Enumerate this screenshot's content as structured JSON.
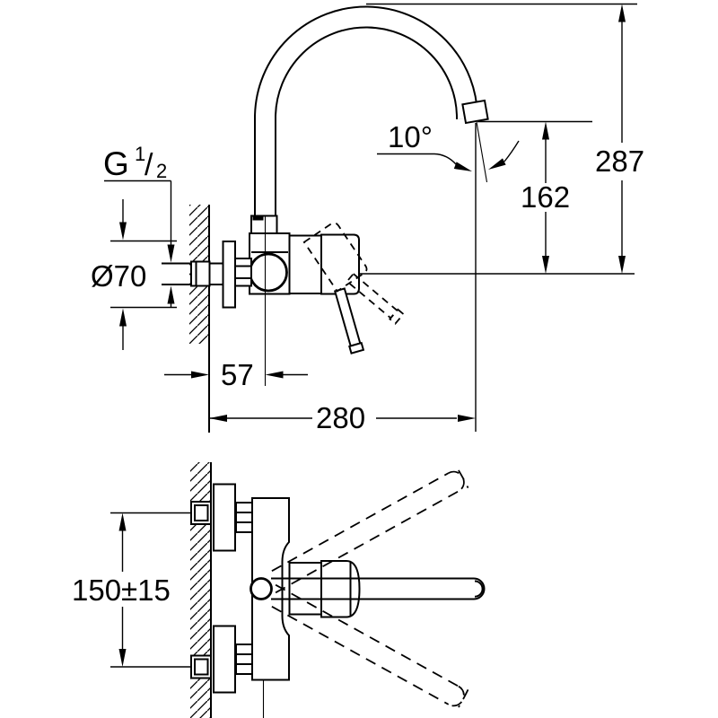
{
  "colors": {
    "background": "#ffffff",
    "line": "#000000"
  },
  "dimensions": {
    "total_height": "287",
    "outlet_height": "162",
    "spout_angle": "10°",
    "thread_g": "G",
    "thread_numerator": "1",
    "thread_divider": "/",
    "thread_denominator": "2",
    "flange_diameter": "Ø70",
    "wall_to_spout_center": "57",
    "spout_reach": "280",
    "supply_centers": "150±15"
  }
}
